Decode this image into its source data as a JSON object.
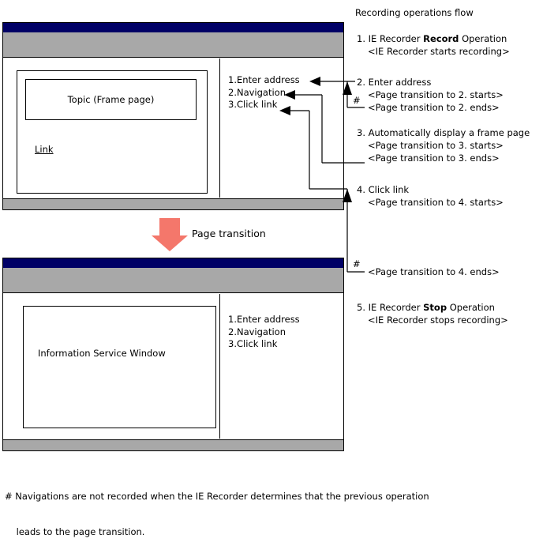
{
  "colors": {
    "titlebar": "#000066",
    "toolbar": "#a8a8a8",
    "arrow_red": "#F4776B",
    "line": "#000000"
  },
  "annotations": {
    "title": "Recording operations flow",
    "steps": [
      {
        "heading_prefix": "1. IE Recorder ",
        "heading_bold": "Record",
        "heading_suffix": " Operation",
        "lines": [
          "<IE Recorder starts recording>"
        ]
      },
      {
        "heading_prefix": "2. Enter address",
        "heading_bold": "",
        "heading_suffix": "",
        "lines": [
          "<Page transition to 2. starts>",
          "<Page transition to 2. ends>"
        ]
      },
      {
        "heading_prefix": "3. Automatically display a frame page",
        "heading_bold": "",
        "heading_suffix": "",
        "lines": [
          "<Page transition to 3. starts>",
          "<Page transition to 3. ends>"
        ]
      },
      {
        "heading_prefix": "4. Click link",
        "heading_bold": "",
        "heading_suffix": "",
        "lines": [
          "<Page transition to 4. starts>"
        ]
      },
      {
        "heading_prefix": "",
        "heading_bold": "",
        "heading_suffix": "",
        "lines": [
          "<Page transition to 4. ends>"
        ]
      },
      {
        "heading_prefix": "5. IE Recorder ",
        "heading_bold": "Stop",
        "heading_suffix": " Operation",
        "lines": [
          "<IE Recorder stops recording>"
        ]
      }
    ],
    "hash_marker": "#"
  },
  "window_top": {
    "content_title": "Topic (Frame page)",
    "link_label": "Link",
    "nav_items": [
      "1.Enter address",
      "2.Navigation",
      "3.Click link"
    ]
  },
  "window_bottom": {
    "content_title": "Information Service Window",
    "nav_items": [
      "1.Enter address",
      "2.Navigation",
      "3.Click link"
    ]
  },
  "transition": {
    "label": "Page transition"
  },
  "footnote": {
    "line1": "# Navigations are not recorded when the IE Recorder determines that the previous operation",
    "line2": "    leads to the page transition."
  }
}
